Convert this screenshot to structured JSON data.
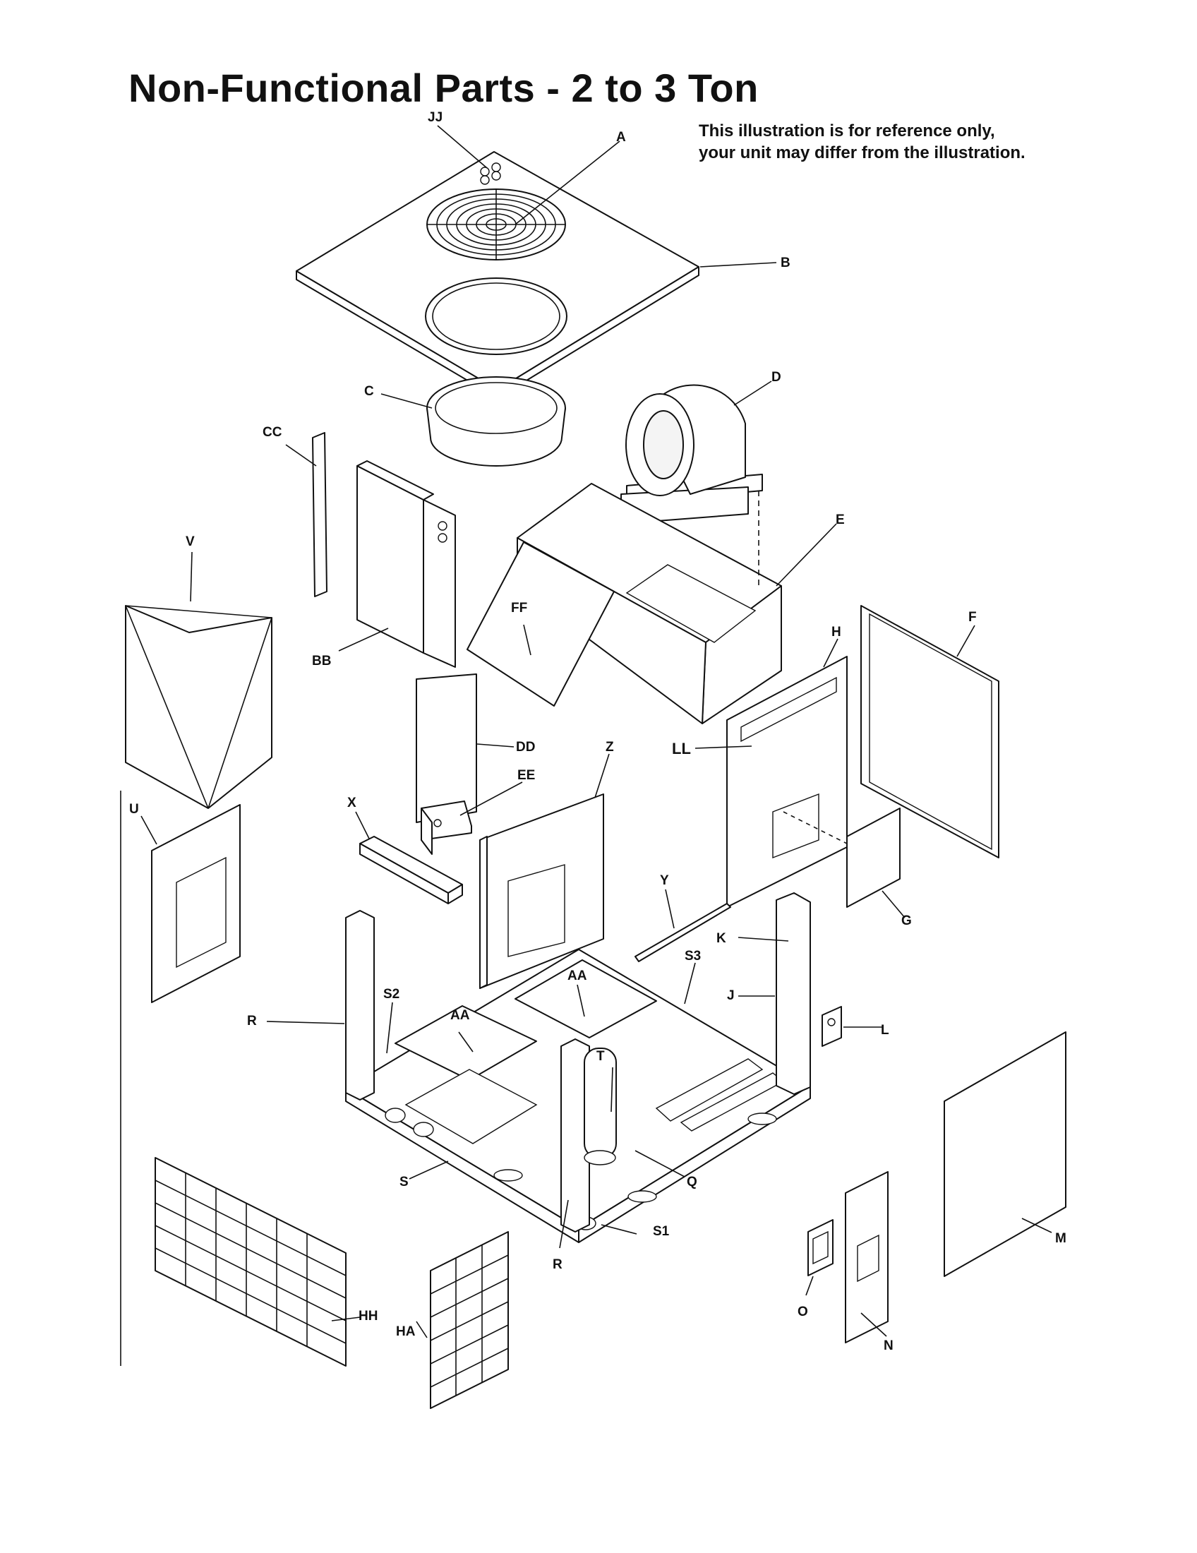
{
  "title": "Non-Functional Parts - 2 to 3 Ton",
  "note": {
    "line1": "This illustration is for reference only,",
    "line2": "your unit may differ from the illustration."
  },
  "labels": {
    "JJ": "JJ",
    "A": "A",
    "B": "B",
    "C": "C",
    "D": "D",
    "CC": "CC",
    "E": "E",
    "V": "V",
    "FF": "FF",
    "BB": "BB",
    "F": "F",
    "H": "H",
    "DD": "DD",
    "Z": "Z",
    "LL": "LL",
    "EE": "EE",
    "X": "X",
    "U": "U",
    "Y": "Y",
    "G": "G",
    "K": "K",
    "AA1": "AA",
    "AA2": "AA",
    "S3": "S3",
    "S2": "S2",
    "J": "J",
    "R1": "R",
    "L": "L",
    "T": "T",
    "Q": "Q",
    "S": "S",
    "S1": "S1",
    "R2": "R",
    "M": "M",
    "HH": "HH",
    "HA": "HA",
    "O": "O",
    "N": "N"
  }
}
